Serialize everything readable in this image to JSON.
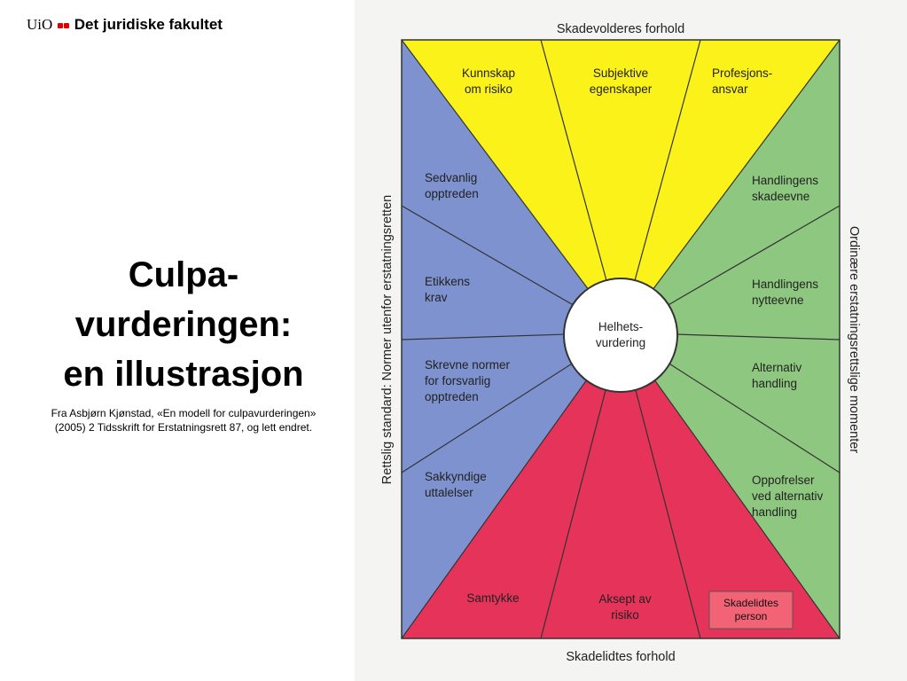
{
  "header": {
    "uio": "UiO",
    "faculty": "Det juridiske fakultet"
  },
  "title": {
    "line1": "Culpa-",
    "line2": "vurderingen:",
    "line3": "en illustrasjon"
  },
  "caption": {
    "line1": "Fra Asbjørn Kjønstad, «En modell for culpavurderingen»",
    "line2": "(2005) 2 Tidsskrift for Erstatningsrett 87, og lett endret."
  },
  "diagram": {
    "top_label": "Skadevolderes forhold",
    "bottom_label": "Skadelidtes forhold",
    "left_label": "Rettslig standard: Normer utenfor erstatningsretten",
    "right_label": "Ordinære erstatningsrettslige momenter",
    "center": {
      "line1": "Helhets-",
      "line2": "vurdering"
    },
    "top": [
      {
        "line1": "Kunnskap",
        "line2": "om risiko"
      },
      {
        "line1": "Subjektive",
        "line2": "egenskaper"
      },
      {
        "line1": "Profesjons-",
        "line2": "ansvar"
      }
    ],
    "left": [
      {
        "line1": "Sedvanlig",
        "line2": "opptreden"
      },
      {
        "line1": "Etikkens",
        "line2": "krav"
      },
      {
        "line1": "Skrevne normer",
        "line2": "for forsvarlig",
        "line3": "opptreden"
      },
      {
        "line1": "Sakkyndige",
        "line2": "uttalelser"
      }
    ],
    "right": [
      {
        "line1": "Handlingens",
        "line2": "skadeevne"
      },
      {
        "line1": "Handlingens",
        "line2": "nytteevne"
      },
      {
        "line1": "Alternativ",
        "line2": "handling"
      },
      {
        "line1": "Oppofrelser",
        "line2": "ved alternativ",
        "line3": "handling"
      }
    ],
    "bottom": [
      {
        "line1": "Samtykke"
      },
      {
        "line1": "Aksept av",
        "line2": "risiko"
      }
    ],
    "highlight": {
      "line1": "Skadelidtes",
      "line2": "person"
    },
    "colors": {
      "top": "#fbf21a",
      "left": "#7e92cf",
      "right": "#8ec77f",
      "bottom": "#e6335a",
      "highlight": "#f26475"
    }
  }
}
